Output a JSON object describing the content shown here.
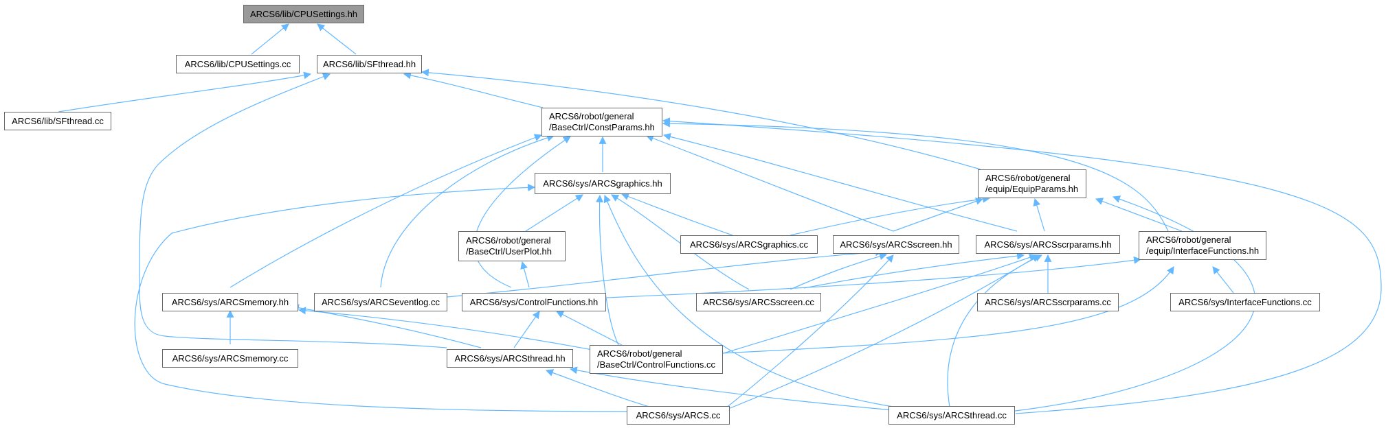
{
  "graph": {
    "edge_color": "#63b8ff",
    "node_border_color": "#666666",
    "root_fill_color": "#999999",
    "nodes": {
      "cpusettings_hh": {
        "lines": [
          "ARCS6/lib/CPUSettings.hh"
        ]
      },
      "cpusettings_cc": {
        "lines": [
          "ARCS6/lib/CPUSettings.cc"
        ]
      },
      "sfthread_hh": {
        "lines": [
          "ARCS6/lib/SFthread.hh"
        ]
      },
      "sfthread_cc": {
        "lines": [
          "ARCS6/lib/SFthread.cc"
        ]
      },
      "constparams_hh": {
        "lines": [
          "ARCS6/robot/general",
          "/BaseCtrl/ConstParams.hh"
        ]
      },
      "arcsgraphics_hh": {
        "lines": [
          "ARCS6/sys/ARCSgraphics.hh"
        ]
      },
      "equipparams_hh": {
        "lines": [
          "ARCS6/robot/general",
          "/equip/EquipParams.hh"
        ]
      },
      "userplot_hh": {
        "lines": [
          "ARCS6/robot/general",
          "/BaseCtrl/UserPlot.hh"
        ]
      },
      "arcsgraphics_cc": {
        "lines": [
          "ARCS6/sys/ARCSgraphics.cc"
        ]
      },
      "arcsscreen_hh": {
        "lines": [
          "ARCS6/sys/ARCSscreen.hh"
        ]
      },
      "arcsscrparams_hh": {
        "lines": [
          "ARCS6/sys/ARCSscrparams.hh"
        ]
      },
      "interfacefunctions_hh": {
        "lines": [
          "ARCS6/robot/general",
          "/equip/InterfaceFunctions.hh"
        ]
      },
      "arcsmemory_hh": {
        "lines": [
          "ARCS6/sys/ARCSmemory.hh"
        ]
      },
      "arcseventlog_cc": {
        "lines": [
          "ARCS6/sys/ARCSeventlog.cc"
        ]
      },
      "controlfunctions_hh": {
        "lines": [
          "ARCS6/sys/ControlFunctions.hh"
        ]
      },
      "arcsscreen_cc": {
        "lines": [
          "ARCS6/sys/ARCSscreen.cc"
        ]
      },
      "arcsscrparams_cc": {
        "lines": [
          "ARCS6/sys/ARCSscrparams.cc"
        ]
      },
      "interfacefunctions_cc": {
        "lines": [
          "ARCS6/sys/InterfaceFunctions.cc"
        ]
      },
      "arcsmemory_cc": {
        "lines": [
          "ARCS6/sys/ARCSmemory.cc"
        ]
      },
      "arcsthread_hh": {
        "lines": [
          "ARCS6/sys/ARCSthread.hh"
        ]
      },
      "basectrl_controlfunctions_cc": {
        "lines": [
          "ARCS6/robot/general",
          "/BaseCtrl/ControlFunctions.cc"
        ]
      },
      "arcs_cc": {
        "lines": [
          "ARCS6/sys/ARCS.cc"
        ]
      },
      "arcsthread_cc": {
        "lines": [
          "ARCS6/sys/ARCSthread.cc"
        ]
      }
    }
  }
}
